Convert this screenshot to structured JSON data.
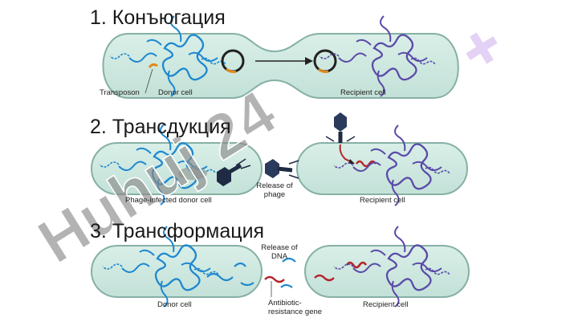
{
  "sections": [
    {
      "title": "1. Конъюгация",
      "labels": {
        "transposon": "Transposon",
        "donor": "Donor cell",
        "recipient": "Recipient cell"
      }
    },
    {
      "title": "2. Трансдукция",
      "labels": {
        "donor": "Phage-infected donor cell",
        "release_line1": "Release of",
        "release_line2": "phage",
        "recipient": "Recipient cell"
      }
    },
    {
      "title": "3. Трансформация",
      "labels": {
        "release_line1": "Release of",
        "release_line2": "DNA",
        "donor": "Donor cell",
        "gene_line1": "Antibiotic-",
        "gene_line2": "resistance gene",
        "recipient": "Recipient cell"
      }
    }
  ],
  "watermark": {
    "text": "Huhuj 24"
  },
  "colors": {
    "cell_fill": "#cfe9e1",
    "cell_stroke": "#86b0a6",
    "donor_dna": "#1e88cf",
    "recipient_dna": "#5b4aa8",
    "plasmid": "#b5242b",
    "watermark_gray": "#8a8a8a",
    "watermark_violet": "#c9a6ec"
  }
}
